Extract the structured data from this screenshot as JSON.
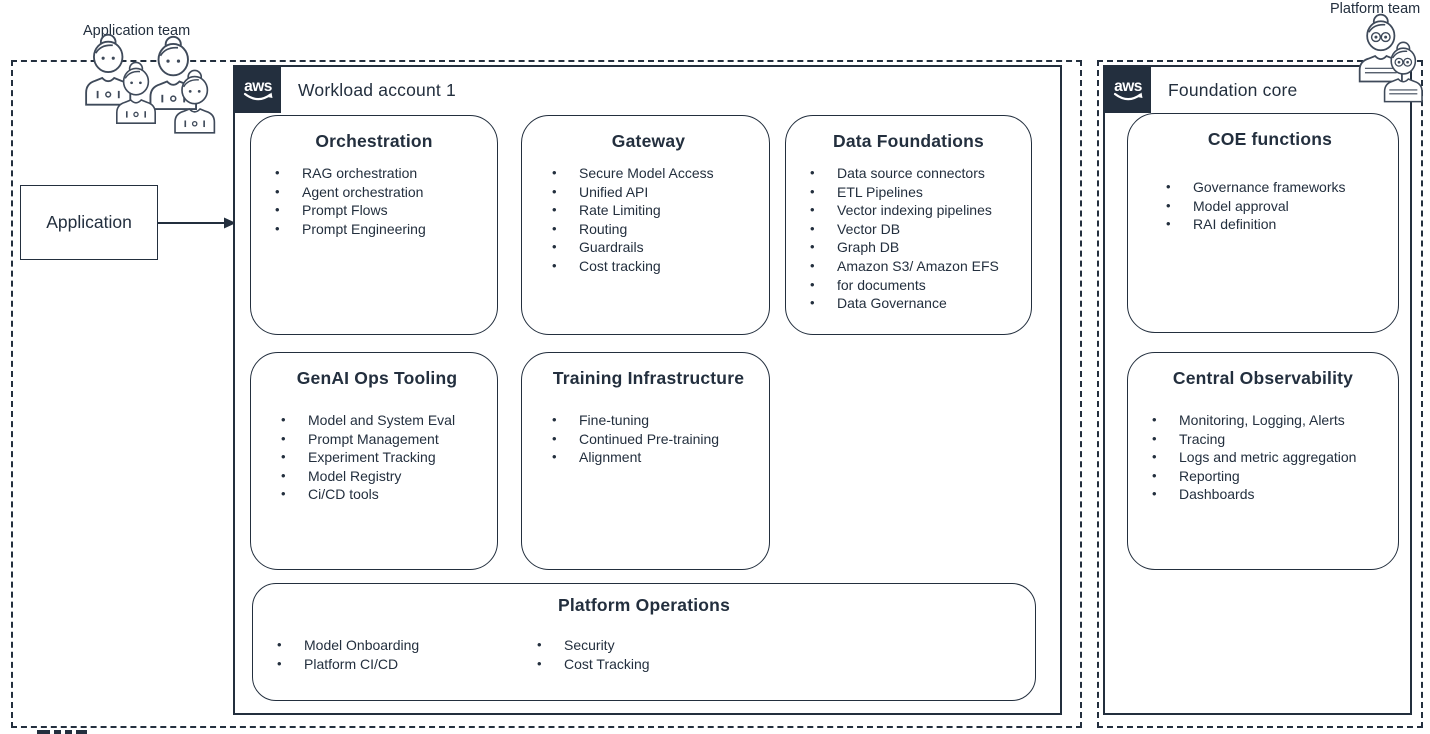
{
  "colors": {
    "navy": "#232f3e",
    "background": "#ffffff"
  },
  "labels": {
    "application_team": "Application team",
    "platform_team": "Platform team",
    "application_box": "Application"
  },
  "aws_logo_text": "aws",
  "workload_account": {
    "title": "Workload account 1",
    "cards": [
      {
        "title": "Orchestration",
        "items": [
          "RAG orchestration",
          "Agent orchestration",
          "Prompt Flows",
          "Prompt Engineering"
        ]
      },
      {
        "title": "Gateway",
        "items": [
          "Secure Model Access",
          "Unified API",
          "Rate Limiting",
          "Routing",
          "Guardrails",
          "Cost tracking"
        ]
      },
      {
        "title": "Data Foundations",
        "items": [
          "Data source connectors",
          "ETL Pipelines",
          "Vector indexing pipelines",
          "Vector DB",
          "Graph DB",
          "Amazon S3/ Amazon EFS",
          "for documents",
          "Data Governance"
        ]
      },
      {
        "title": "GenAI Ops Tooling",
        "items": [
          "Model and System Eval",
          "Prompt Management",
          "Experiment Tracking",
          "Model Registry",
          "Ci/CD tools"
        ]
      },
      {
        "title": "Training Infrastructure",
        "items": [
          "Fine-tuning",
          "Continued Pre-training",
          "Alignment"
        ]
      }
    ],
    "platform_operations": {
      "title": "Platform Operations",
      "columns": [
        [
          "Model Onboarding",
          "Platform CI/CD"
        ],
        [
          "Security",
          "Cost Tracking"
        ]
      ]
    }
  },
  "foundation_core": {
    "title": "Foundation core",
    "cards": [
      {
        "title": "COE functions",
        "items": [
          "Governance frameworks",
          "Model approval",
          "RAI definition"
        ]
      },
      {
        "title": "Central Observability",
        "items": [
          "Monitoring, Logging, Alerts",
          "Tracing",
          "Logs and metric aggregation",
          "Reporting",
          "Dashboards"
        ]
      }
    ]
  }
}
